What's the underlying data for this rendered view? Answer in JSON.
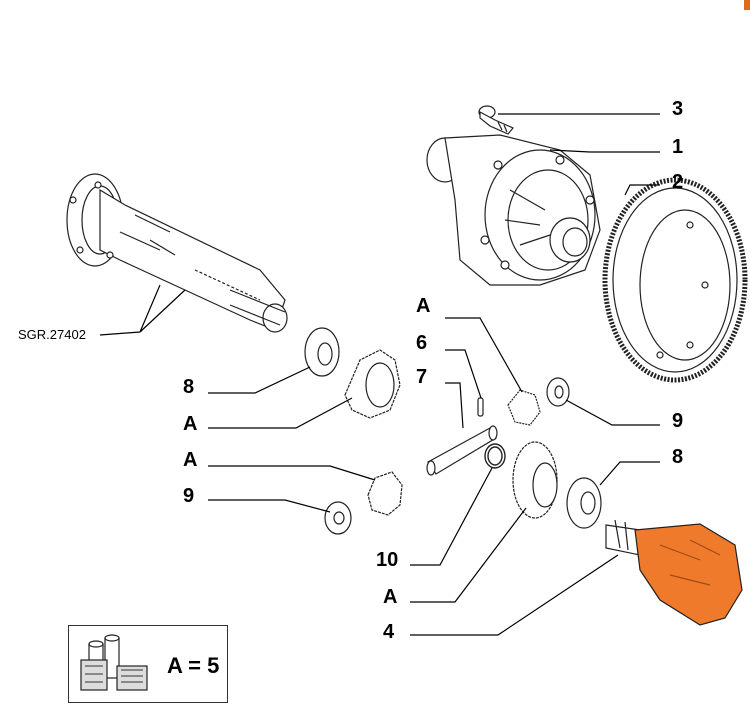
{
  "diagram": {
    "reference_code": "SGR.27402",
    "callouts": [
      {
        "id": "c3",
        "label": "3"
      },
      {
        "id": "c1",
        "label": "1"
      },
      {
        "id": "c2",
        "label": "2"
      },
      {
        "id": "cA_top",
        "label": "A"
      },
      {
        "id": "c6",
        "label": "6"
      },
      {
        "id": "c7",
        "label": "7"
      },
      {
        "id": "c8_left",
        "label": "8"
      },
      {
        "id": "cA_left1",
        "label": "A"
      },
      {
        "id": "c9_right",
        "label": "9"
      },
      {
        "id": "cA_left2",
        "label": "A"
      },
      {
        "id": "c8_right",
        "label": "8"
      },
      {
        "id": "c9_left",
        "label": "9"
      },
      {
        "id": "c10",
        "label": "10"
      },
      {
        "id": "cA_bottom",
        "label": "A"
      },
      {
        "id": "c4",
        "label": "4"
      }
    ],
    "kit_note": "A = 5",
    "colors": {
      "highlight": "#f07a2c",
      "line": "#000000",
      "corner": "#e06a1c"
    }
  }
}
